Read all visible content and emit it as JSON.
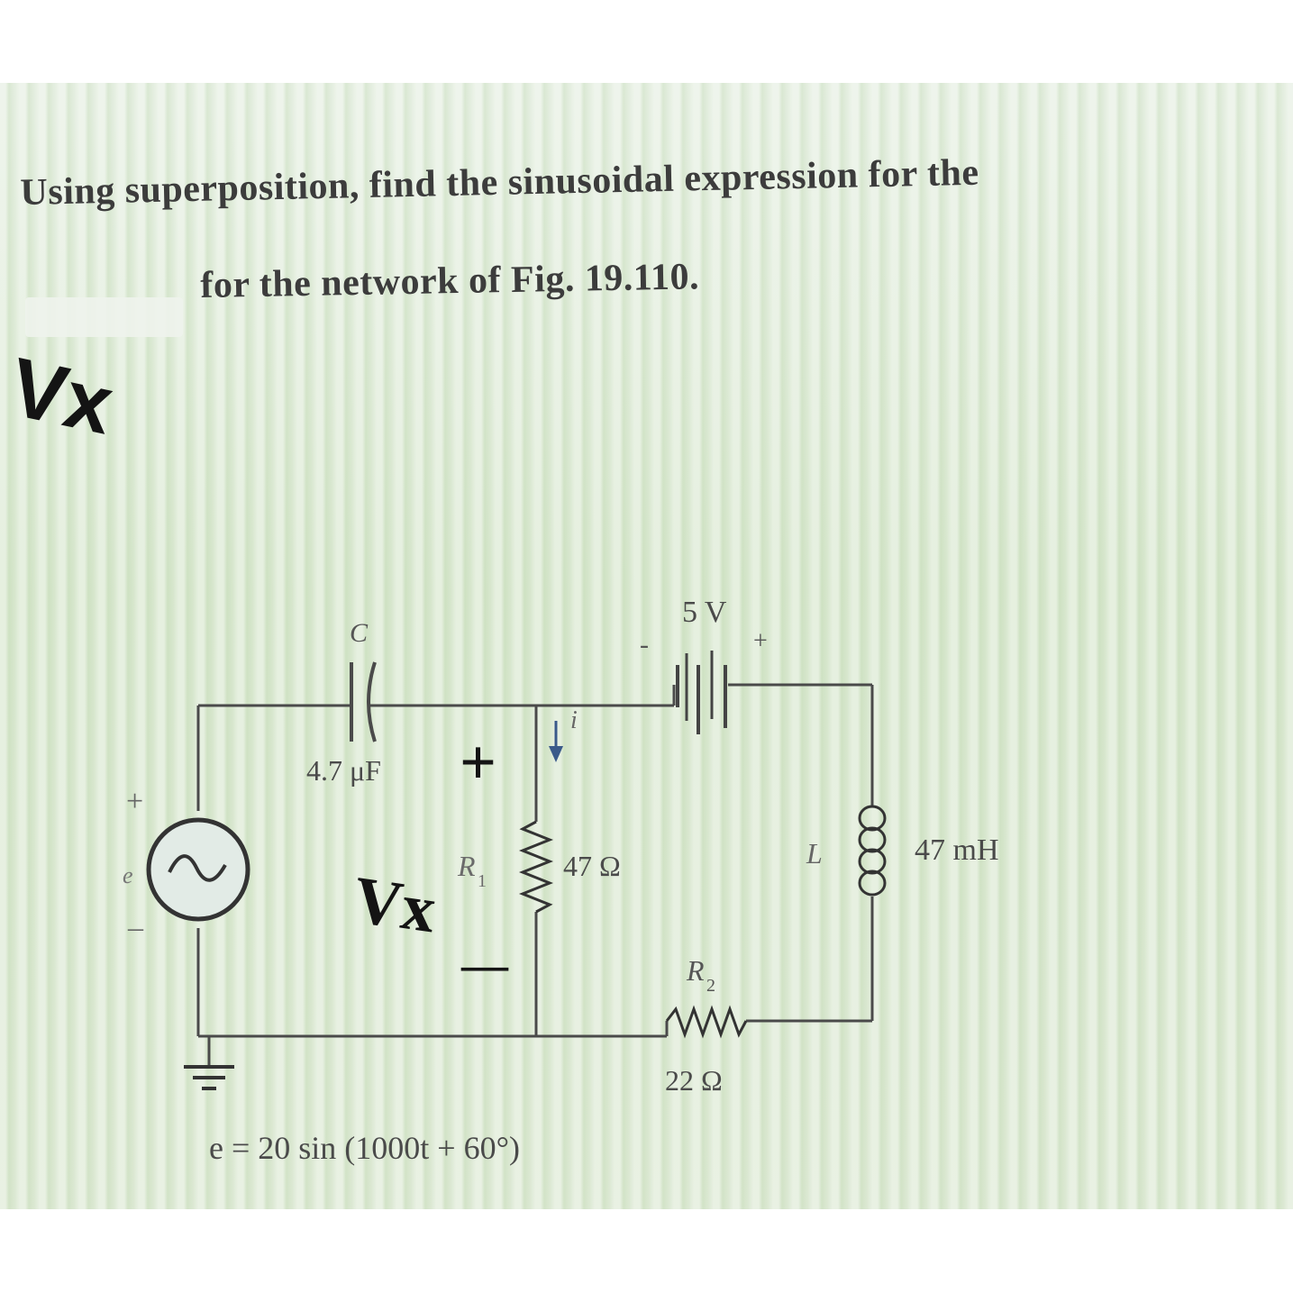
{
  "question": {
    "line1": "Using superposition, find the sinusoidal expression for the",
    "line2": "for the network of Fig. 19.110."
  },
  "annotation": {
    "vx_large": "Vx",
    "vx_small": "Vx",
    "plus": "+",
    "minus": "—"
  },
  "circuit": {
    "capacitor_symbol": "C",
    "capacitor_value": "4.7 μF",
    "battery_value": "5 V",
    "battery_minus": "-",
    "battery_plus": "+",
    "current_label": "i",
    "r1_symbol": "R",
    "r1_subscript": "1",
    "r1_value": "47 Ω",
    "inductor_symbol": "L",
    "inductor_value": "47 mH",
    "r2_symbol": "R",
    "r2_subscript": "2",
    "r2_value": "22 Ω",
    "source_symbol": "e",
    "source_plus": "+",
    "source_minus": "–",
    "source_expression": "e = 20 sin (1000t + 60°)"
  }
}
